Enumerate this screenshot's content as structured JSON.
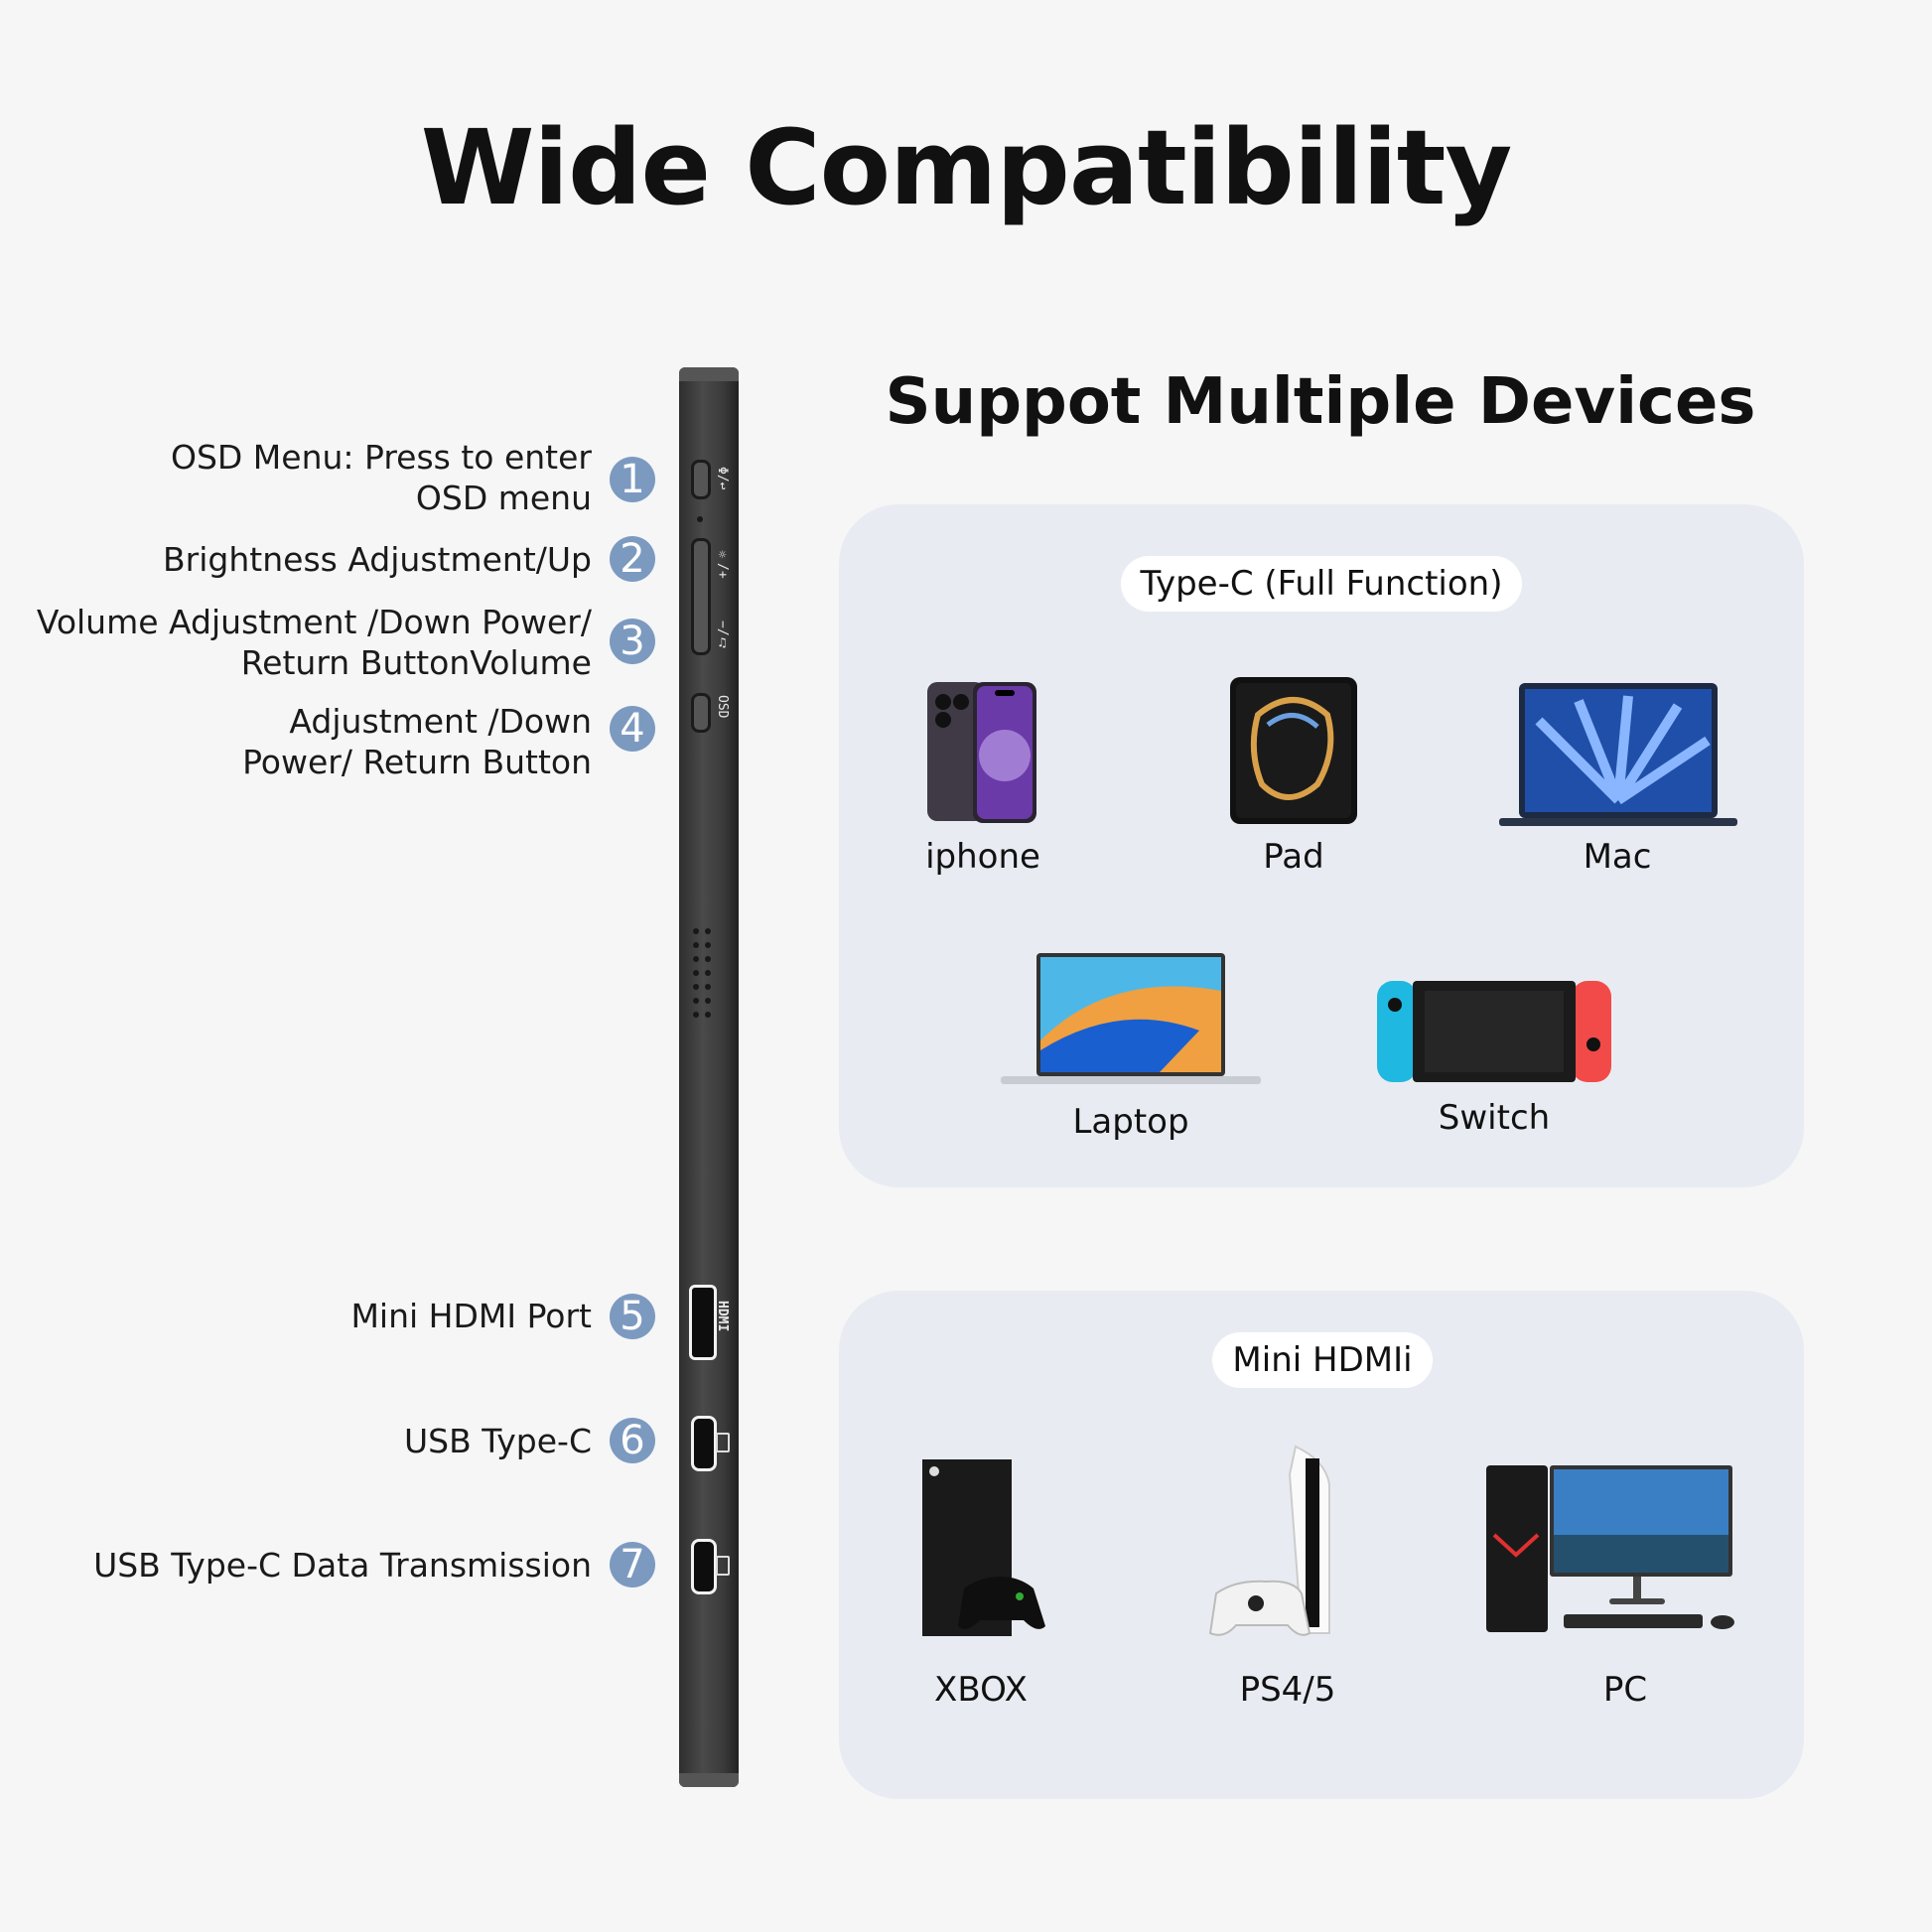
{
  "title": "Wide Compatibility",
  "subtitle": "Suppot Multiple Devices",
  "callouts": [
    {
      "number": "1",
      "lines": [
        "OSD Menu: Press to enter",
        "OSD menu"
      ]
    },
    {
      "number": "2",
      "lines": [
        "Brightness Adjustment/Up"
      ]
    },
    {
      "number": "3",
      "lines": [
        "Volume Adjustment /Down Power/",
        "Return ButtonVolume"
      ]
    },
    {
      "number": "4",
      "lines": [
        "Adjustment /Down",
        "Power/ Return Button"
      ]
    },
    {
      "number": "5",
      "lines": [
        "Mini HDMI Port"
      ]
    },
    {
      "number": "6",
      "lines": [
        "USB Type-C"
      ]
    },
    {
      "number": "7",
      "lines": [
        "USB Type-C Data Transmission"
      ]
    }
  ],
  "device_markings": {
    "button1": "Φ/↩",
    "button2": "☼/+",
    "button3": "−/♫",
    "button4": "OSD",
    "hdmi": "HDMI"
  },
  "typec_panel": {
    "header": "Type-C (Full Function)",
    "devices": [
      {
        "label": "iphone",
        "icon": "smartphone-icon"
      },
      {
        "label": "Pad",
        "icon": "tablet-icon"
      },
      {
        "label": "Mac",
        "icon": "macbook-icon"
      },
      {
        "label": "Laptop",
        "icon": "laptop-icon"
      },
      {
        "label": "Switch",
        "icon": "game-console-icon"
      }
    ]
  },
  "hdmi_panel": {
    "header": "Mini HDMIi",
    "devices": [
      {
        "label": "XBOX",
        "icon": "xbox-icon"
      },
      {
        "label": "PS4/5",
        "icon": "playstation-icon"
      },
      {
        "label": "PC",
        "icon": "desktop-pc-icon"
      }
    ]
  },
  "colors": {
    "background": "#f6f6f6",
    "panel": "#e8ecf2",
    "badge": "#7c9ac0",
    "device_body": "#3a3a3a"
  }
}
